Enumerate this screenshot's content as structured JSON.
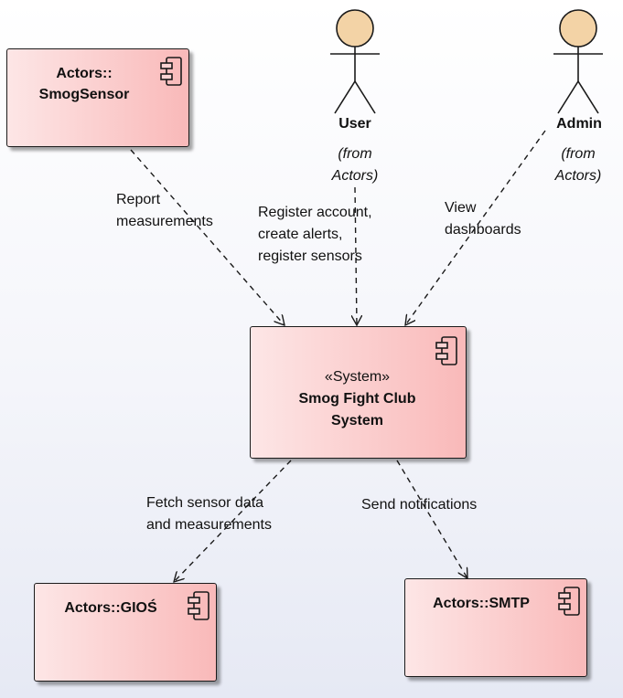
{
  "components": {
    "smog_sensor": {
      "line1": "Actors::",
      "line2": "SmogSensor"
    },
    "system": {
      "stereotype": "«System»",
      "line1": "Smog Fight Club",
      "line2": "System"
    },
    "gios": {
      "name": "Actors::GIOŚ"
    },
    "smtp": {
      "name": "Actors::SMTP"
    }
  },
  "actors": {
    "user": {
      "name": "User",
      "from_line1": "(from",
      "from_line2": "Actors)"
    },
    "admin": {
      "name": "Admin",
      "from_line1": "(from",
      "from_line2": "Actors)"
    }
  },
  "connectors": {
    "report": {
      "line1": "Report",
      "line2": "measurements"
    },
    "register": {
      "line1": "Register account,",
      "line2": "create alerts,",
      "line3": "register sensors"
    },
    "view": {
      "line1": "View",
      "line2": "dashboards"
    },
    "fetch": {
      "line1": "Fetch sensor data",
      "line2": "and measurements"
    },
    "send": {
      "line1": "Send notifications"
    }
  },
  "colors": {
    "component_fill_light": "#fde6e6",
    "component_fill_dark": "#f9b9b9",
    "actor_head": "#f3d3a6",
    "line": "#1a1a1a"
  },
  "icons": {
    "component": "uml-component-icon",
    "actor": "stick-figure-icon"
  }
}
